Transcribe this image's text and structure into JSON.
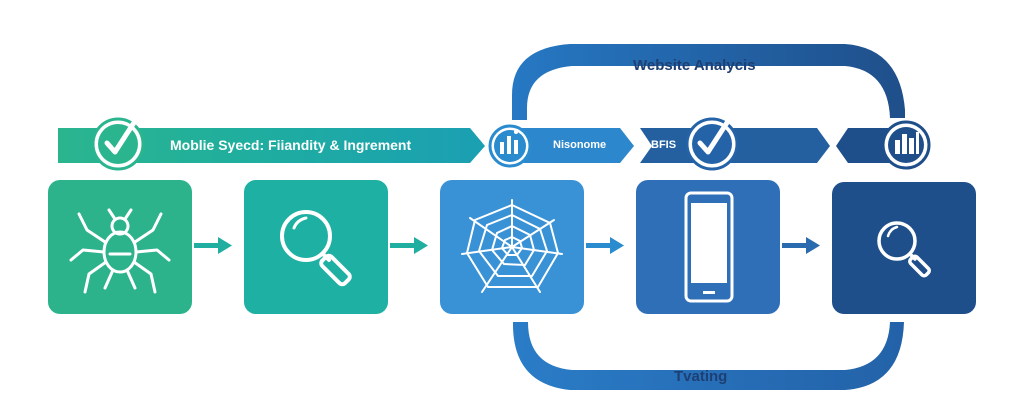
{
  "top_arc": {
    "label": "Website Analycis"
  },
  "bottom_arc": {
    "label": "Tvating"
  },
  "banner": {
    "main_label": "Moblie Syecd: Fiiandity & Ingrement",
    "seg2_label": "Nisonome",
    "seg3_label": "BFIS"
  },
  "steps": [
    {
      "icon": "spider-icon"
    },
    {
      "icon": "magnifier-icon"
    },
    {
      "icon": "spider-web-icon"
    },
    {
      "icon": "smartphone-icon"
    },
    {
      "icon": "search-icon"
    }
  ],
  "colors": {
    "teal_green": "#2eb58f",
    "teal": "#1fb0a3",
    "blue_light": "#3a8fd4",
    "blue_mid": "#2f6fb6",
    "navy": "#1f4f8a"
  }
}
